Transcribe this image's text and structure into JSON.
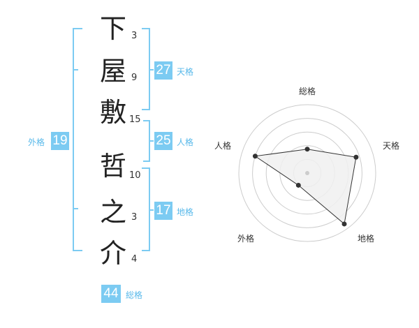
{
  "name_chars": [
    {
      "char": "下",
      "strokes": "3"
    },
    {
      "char": "屋",
      "strokes": "9"
    },
    {
      "char": "敷",
      "strokes": "15"
    },
    {
      "char": "哲",
      "strokes": "10"
    },
    {
      "char": "之",
      "strokes": "3"
    },
    {
      "char": "介",
      "strokes": "4"
    }
  ],
  "kakusu": {
    "tenkaku": {
      "value": "27",
      "label": "天格"
    },
    "jinkaku": {
      "value": "25",
      "label": "人格"
    },
    "chikaku": {
      "value": "17",
      "label": "地格"
    },
    "gaikaku": {
      "value": "19",
      "label": "外格"
    },
    "soukaku": {
      "value": "44",
      "label": "総格"
    }
  },
  "radar": {
    "axes": [
      "総格",
      "天格",
      "地格",
      "外格",
      "人格"
    ],
    "values": [
      0.35,
      0.75,
      0.92,
      0.22,
      0.8
    ],
    "colors": {
      "fill": "#f0f0f0",
      "stroke": "#333333",
      "ring": "#cccccc",
      "accent": "#7ccbf2"
    }
  }
}
